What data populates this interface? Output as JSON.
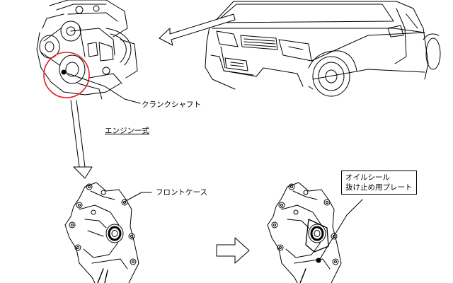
{
  "labels": {
    "crankshaft": "クランクシャフト",
    "engine_assembly": "エンジン一式",
    "front_case": "フロントケース",
    "retainer_plate_line1": "オイルシール",
    "retainer_plate_line2": "抜け止め用プレート"
  },
  "colors": {
    "highlight_circle": "#e21f26",
    "line": "#000000",
    "arrow_fill": "#ffffff"
  },
  "icons": {
    "step_arrow": "outline-right-arrow"
  }
}
